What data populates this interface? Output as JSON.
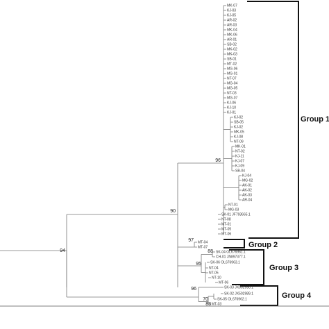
{
  "tree": {
    "group1_leaves": [
      "MK-07",
      "KJ-03",
      "KJ-05",
      "AR-02",
      "AR-03",
      "MK-04",
      "MK-06",
      "AR-01",
      "SB-02",
      "MK-02",
      "MK-03",
      "SB-01",
      "MT-02",
      "MG-06",
      "MG-01",
      "NT-07",
      "MG-04",
      "MG-05",
      "NT-03",
      "MG-07",
      "KJ-06",
      "KJ-10",
      "KJ-01",
      "KJ-02",
      "SB-05",
      "KJ-02",
      "MK-05",
      "KJ-08",
      "NT-09",
      "MK-01",
      "NT-02",
      "KJ-11",
      "KJ-07",
      "KJ-09",
      "SB-04",
      "KJ-04",
      "MG-02",
      "AK-01",
      "AK-02",
      "AK-03",
      "AR-04",
      "NT-01",
      "MG-03",
      "SK-01 JF793665.1",
      "NT-08",
      "MT-01",
      "MT-05",
      "MT-06"
    ],
    "group2_leaves": [
      "MT-04",
      "MT-07"
    ],
    "group3_leaves": [
      "SK-04 OL676961.1",
      "CH-01 JN897377.1",
      "SK-06 OL676963.1",
      "NT-04",
      "NT-05",
      "NT-10",
      "MT-06"
    ],
    "group4_leaves": [
      "SK-03 JX502990.1",
      "SK-02 JX502989.1",
      "SK-05 OL676962.1",
      "MT-03"
    ],
    "bootstrap": [
      "96",
      "90",
      "94",
      "97",
      "88",
      "95",
      "96",
      "70",
      "83"
    ],
    "groups": [
      "Group 1",
      "Group 2",
      "Group 3",
      "Group 4"
    ]
  }
}
